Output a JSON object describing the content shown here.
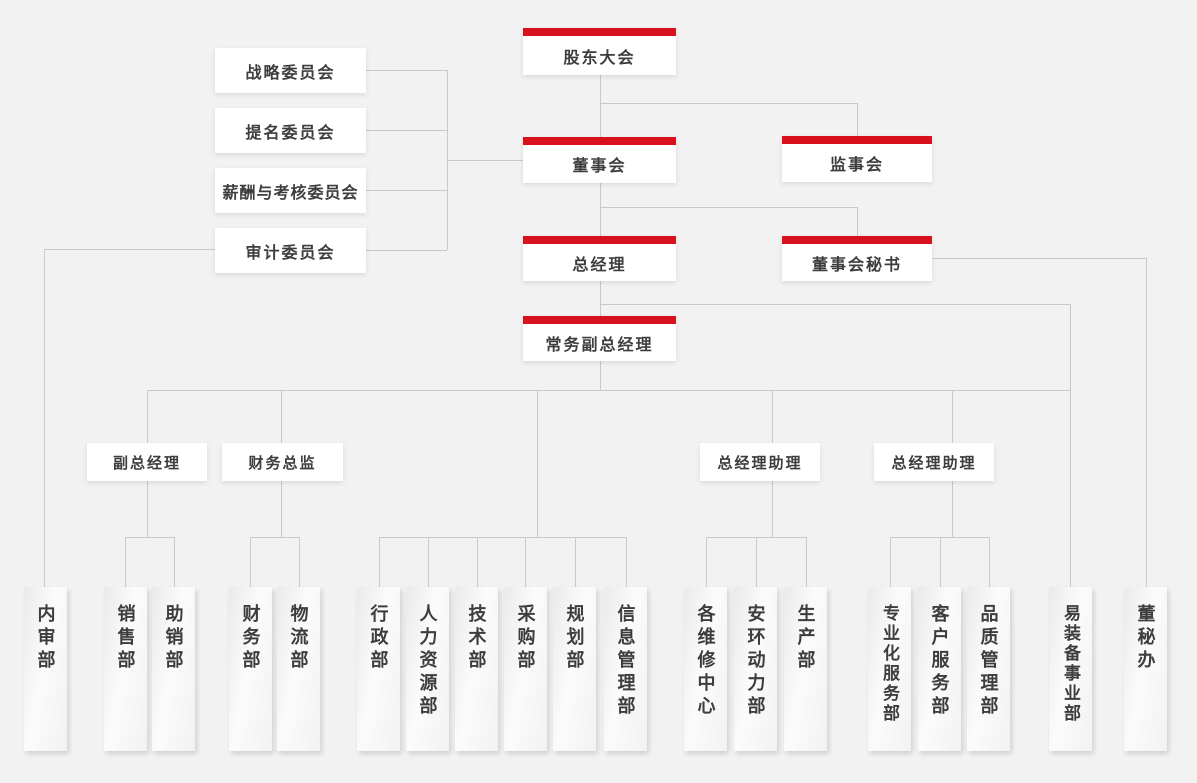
{
  "page": {
    "background_color": "#f2f2f2",
    "line_color": "#c9c9c9",
    "accent_red": "#d9111c"
  },
  "org": {
    "top": {
      "shareholders": "股东大会",
      "board": "董事会",
      "supervisory": "监事会",
      "general_manager": "总经理",
      "board_secretary": "董事会秘书",
      "exec_deputy_gm": "常务副总经理"
    },
    "committees": [
      {
        "label": "战略委员会"
      },
      {
        "label": "提名委员会"
      },
      {
        "label": "薪酬与考核委员会"
      },
      {
        "label": "审计委员会"
      }
    ],
    "middle_managers": [
      {
        "label": "副总经理"
      },
      {
        "label": "财务总监"
      },
      {
        "label": "总经理助理"
      },
      {
        "label": "总经理助理"
      }
    ],
    "departments": [
      {
        "label": "内审部"
      },
      {
        "label": "销售部"
      },
      {
        "label": "助销部"
      },
      {
        "label": "财务部"
      },
      {
        "label": "物流部"
      },
      {
        "label": "行政部"
      },
      {
        "label": "人力资源部"
      },
      {
        "label": "技术部"
      },
      {
        "label": "采购部"
      },
      {
        "label": "规划部"
      },
      {
        "label": "信息管理部"
      },
      {
        "label": "各维修中心"
      },
      {
        "label": "安环动力部"
      },
      {
        "label": "生产部"
      },
      {
        "label": "专业化服务部"
      },
      {
        "label": "客户服务部"
      },
      {
        "label": "品质管理部"
      },
      {
        "label": "易装备事业部"
      },
      {
        "label": "董秘办"
      }
    ]
  }
}
